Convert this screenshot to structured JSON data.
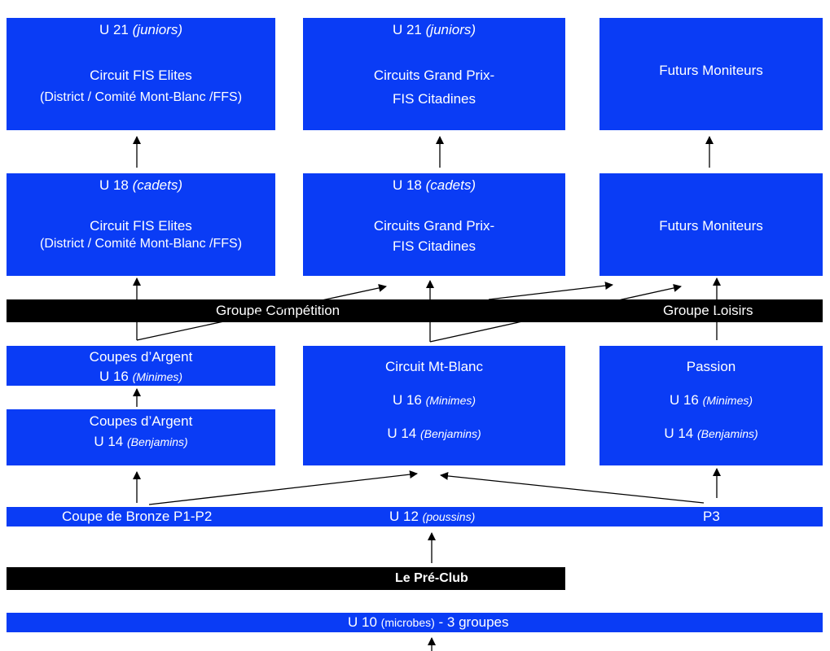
{
  "row_u21": {
    "left": {
      "age": "U 21",
      "category": "(juniors)",
      "line1": "Circuit FIS Elites",
      "line2": "(District / Comité Mont-Blanc /FFS)"
    },
    "middle": {
      "age": "U 21",
      "category": "(juniors)",
      "line1": "Circuits Grand Prix-",
      "line2": "FIS Citadines"
    },
    "right": {
      "line1": "Futurs Moniteurs"
    }
  },
  "row_u18": {
    "left": {
      "age": "U 18",
      "category": "(cadets)",
      "line1": "Circuit FIS Elites",
      "line2": "(District / Comité Mont-Blanc /FFS)"
    },
    "middle": {
      "age": "U 18",
      "category": "(cadets)",
      "line1": "Circuits Grand Prix-",
      "line2": "FIS Citadines"
    },
    "right": {
      "line1": "Futurs Moniteurs"
    }
  },
  "groups_bar": {
    "competition": "Groupe Compétition",
    "loisirs": "Groupe Loisirs"
  },
  "coupes_argent_u16": {
    "title": "Coupes d’Argent",
    "age": "U 16",
    "category": "(Minimes)"
  },
  "coupes_argent_u14": {
    "title": "Coupes d’Argent",
    "age": "U 14",
    "category": "(Benjamins)"
  },
  "circuit_mt_blanc": {
    "title": "Circuit Mt-Blanc",
    "age1": "U 16",
    "cat1": "(Minimes)",
    "age2": "U 14",
    "cat2": "(Benjamins)"
  },
  "passion": {
    "title": "Passion",
    "age1": "U 16",
    "cat1": "(Minimes)",
    "age2": "U 14",
    "cat2": "(Benjamins)"
  },
  "u12_strip": {
    "left": "Coupe de Bronze P1-P2",
    "center_age": "U 12",
    "center_cat": "(poussins)",
    "right": "P3"
  },
  "pre_club": {
    "label": "Le Pré-Club"
  },
  "u10_strip": {
    "age": "U 10",
    "cat": "(microbes)",
    "rest": "- 3 groupes"
  }
}
